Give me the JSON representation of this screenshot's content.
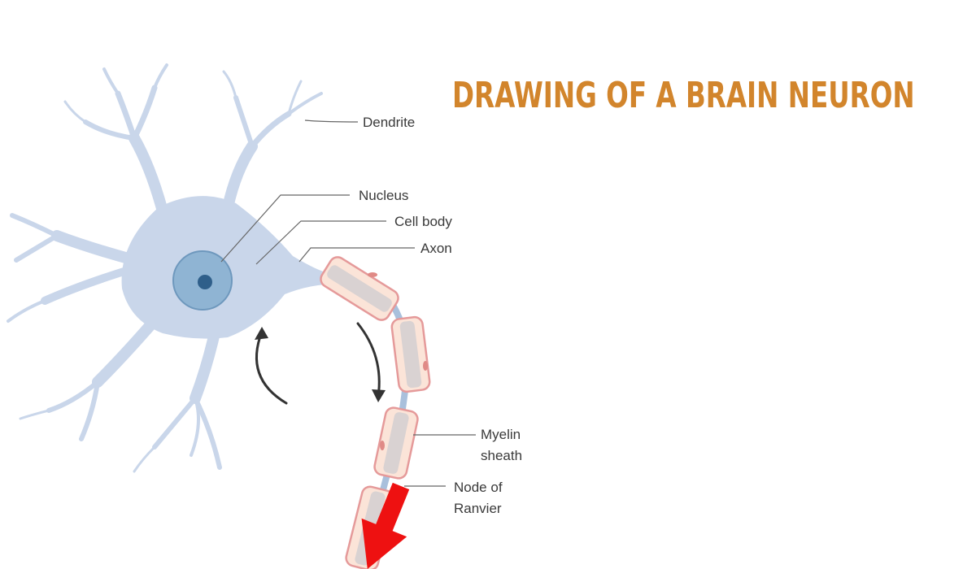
{
  "title": "DRAWING OF A BRAIN NEURON",
  "labels": {
    "dendrite": "Dendrite",
    "nucleus": "Nucleus",
    "cell_body": "Cell body",
    "axon": "Axon",
    "myelin_line1": "Myelin",
    "myelin_line2": "sheath",
    "node_line1": "Node of",
    "node_line2": "Ranvier"
  },
  "colors": {
    "title": "#d2852c",
    "neuron_fill": "#c9d6ea",
    "nucleus": "#8fb4d3",
    "myelin_fill": "#fbe4d8",
    "myelin_outline": "#e59a9a",
    "arrow": "#ee1111"
  }
}
